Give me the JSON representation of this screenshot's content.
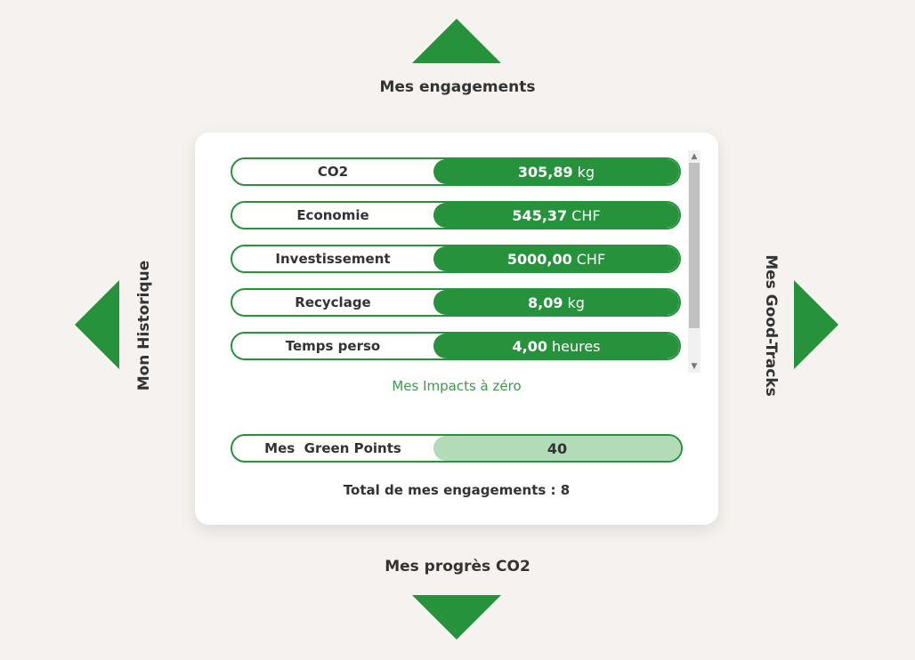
{
  "nav": {
    "top_label": "Mes engagements",
    "bottom_label": "Mes progrès CO2",
    "left_label": "Mon Historique",
    "right_label": "Mes Good-Tracks"
  },
  "metrics": [
    {
      "label": "CO2",
      "value": "305,89",
      "unit": "kg"
    },
    {
      "label": "Economie",
      "value": "545,37",
      "unit": "CHF"
    },
    {
      "label": "Investissement",
      "value": "5000,00",
      "unit": "CHF"
    },
    {
      "label": "Recyclage",
      "value": "8,09",
      "unit": "kg"
    },
    {
      "label": "Temps perso",
      "value": "4,00",
      "unit": "heures"
    }
  ],
  "zero_impacts_link": "Mes Impacts à zéro",
  "green_points": {
    "label": "Mes  Green Points",
    "value": "40"
  },
  "total": {
    "label": "Total de mes engagements :",
    "value": "8"
  },
  "colors": {
    "background": "#f5f2ef",
    "accent": "#27923c",
    "accent_light": "#b2dbb8",
    "text": "#333333"
  },
  "icons": {
    "up": "triangle-up-icon",
    "down": "triangle-down-icon",
    "left": "triangle-left-icon",
    "right": "triangle-right-icon"
  }
}
